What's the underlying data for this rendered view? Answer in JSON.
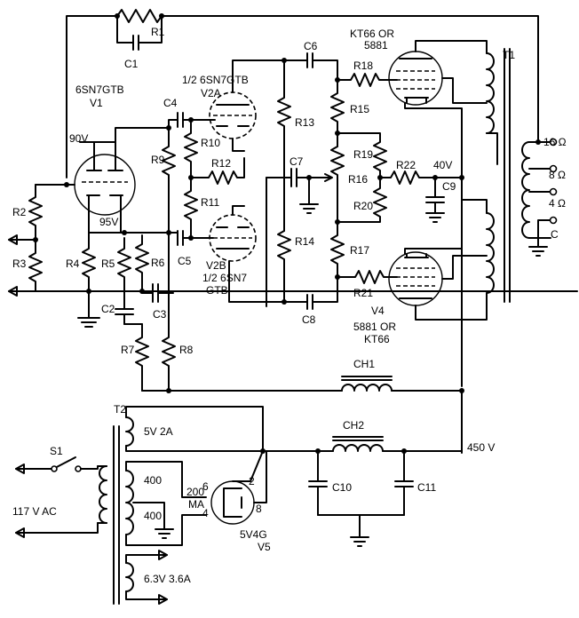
{
  "labels": {
    "R1": "R1",
    "C1": "C1",
    "C6": "C6",
    "v4top_1": "KT66 OR",
    "v4top_2": "5881",
    "T1": "T1",
    "R18": "R18",
    "R15": "R15",
    "v2a_1": "1/2 6SN7GTB",
    "v2a_2": "V2A",
    "v1_1": "6SN7GTB",
    "v1_2": "V1",
    "C4": "C4",
    "R13": "R13",
    "R10": "R10",
    "R12": "R12",
    "R19": "R19",
    "R22": "R22",
    "v40": "40V",
    "C9": "C9",
    "C7": "C7",
    "R16": "R16",
    "R11": "R11",
    "R20": "R20",
    "R9": "R9",
    "v90": "90V",
    "v95": "95V",
    "R2": "R2",
    "R3": "R3",
    "R4": "R4",
    "R5": "R5",
    "R6": "R6",
    "C5": "C5",
    "C2": "C2",
    "C3": "C3",
    "R14": "R14",
    "R17": "R17",
    "R21": "R21",
    "v2b_1": "V2B",
    "v2b_2": "1/2 6SN7",
    "v2b_3": "GTB",
    "C8": "C8",
    "v4bot_1": "V4",
    "v4bot_2": "5881 OR",
    "v4bot_3": "KT66",
    "out16": "16 Ω",
    "out8": "8 Ω",
    "out4": "4 Ω",
    "outC": "C",
    "R7": "R7",
    "R8": "R8",
    "CH1": "CH1",
    "T2": "T2",
    "t2_5v": "5V 2A",
    "CH2": "CH2",
    "v450": "450 V",
    "S1": "S1",
    "ac": "117 V AC",
    "hv400a": "400",
    "hv200": "200",
    "hvMA": "MA",
    "hv400b": "400",
    "pin6": "6",
    "pin2": "2",
    "pin4": "4",
    "pin8": "8",
    "C10": "C10",
    "C11": "C11",
    "v5_1": "5V4G",
    "v5_2": "V5",
    "fil": "6.3V 3.6A"
  }
}
